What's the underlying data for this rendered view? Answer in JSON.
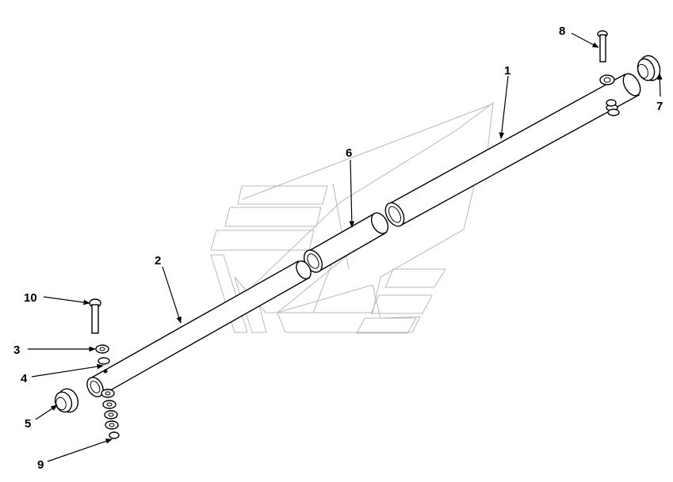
{
  "diagram": {
    "callouts": [
      {
        "id": "1",
        "text": "1"
      },
      {
        "id": "2",
        "text": "2"
      },
      {
        "id": "3",
        "text": "3"
      },
      {
        "id": "4",
        "text": "4"
      },
      {
        "id": "5",
        "text": "5"
      },
      {
        "id": "6",
        "text": "6"
      },
      {
        "id": "7",
        "text": "7"
      },
      {
        "id": "8",
        "text": "8"
      },
      {
        "id": "9",
        "text": "9"
      },
      {
        "id": "10",
        "text": "10"
      }
    ]
  },
  "colors": {
    "line": "#000000",
    "watermark": "#b8b8b8",
    "background": "#ffffff"
  }
}
